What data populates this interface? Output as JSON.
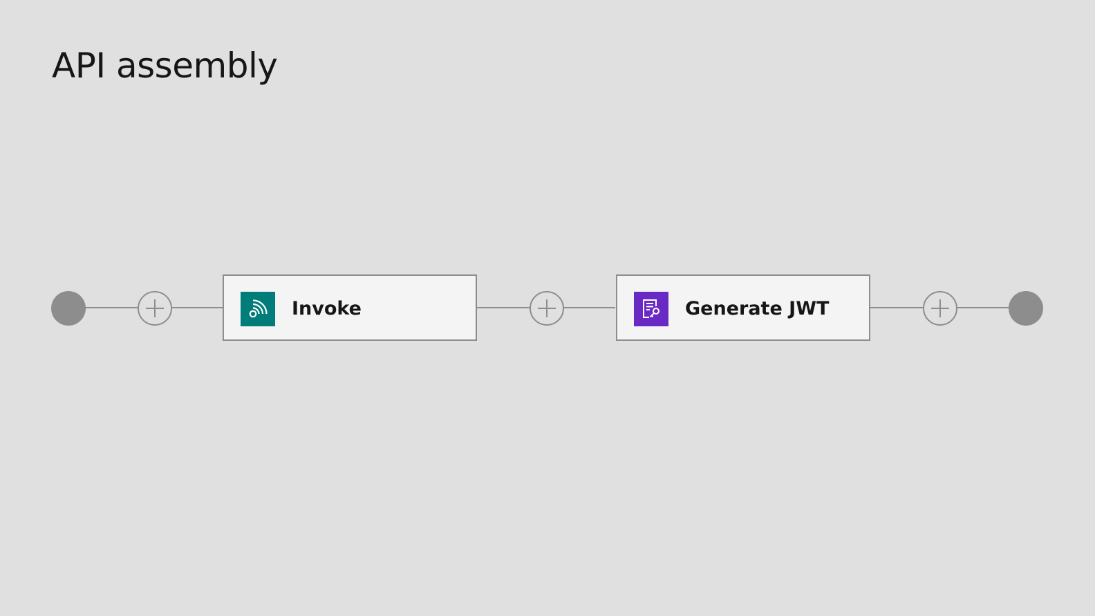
{
  "page": {
    "title": "API assembly"
  },
  "assembly": {
    "start": {
      "icon": "start-circle-icon"
    },
    "end": {
      "icon": "end-circle-icon"
    },
    "add_icon": "plus-icon",
    "policies": [
      {
        "label": "Invoke",
        "icon": "invoke-icon",
        "icon_color": "#007d79"
      },
      {
        "label": "Generate JWT",
        "icon": "generate-jwt-icon",
        "icon_color": "#6929c4"
      }
    ]
  },
  "colors": {
    "background": "#e0e0e0",
    "node_background": "#f4f4f4",
    "connector": "#8d8d8d",
    "text": "#161616"
  }
}
